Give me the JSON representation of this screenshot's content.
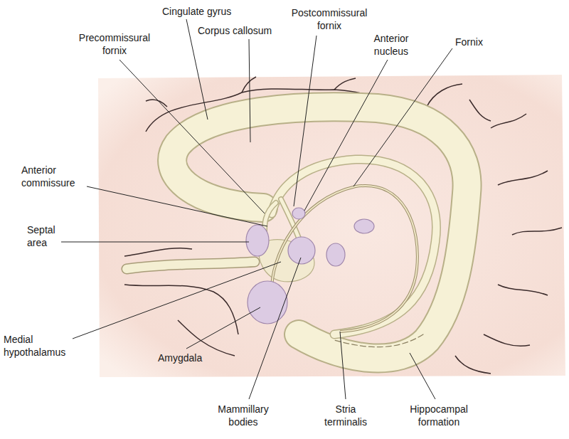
{
  "diagram": {
    "labels": [
      "Cingulate gyrus",
      "Postcommissural fornix",
      "Precommissural fornix",
      "Corpus callosum",
      "Anterior nucleus",
      "Fornix",
      "Anterior commissure",
      "Septal area",
      "Medial hypothalamus",
      "Amygdala",
      "Mammillary bodies",
      "Stria terminalis",
      "Hippocampal formation"
    ]
  }
}
